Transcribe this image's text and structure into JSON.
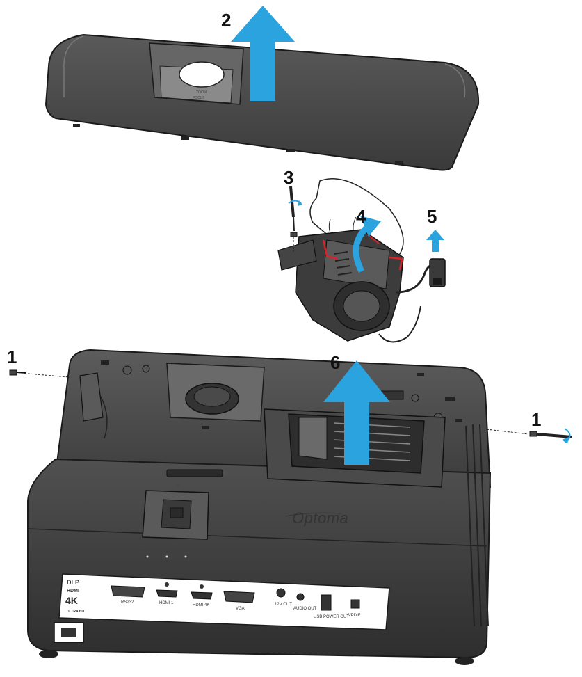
{
  "steps": {
    "s1_left": "1",
    "s1_right": "1",
    "s2": "2",
    "s3": "3",
    "s4": "4",
    "s5": "5",
    "s6": "6"
  },
  "brand": "Optoma",
  "ports": {
    "rs232": "RS232",
    "hdmi1": "HDMI 1",
    "hdmi2": "HDMI 4K",
    "vga": "VGA",
    "out12v": "12V OUT",
    "audio_out": "AUDIO OUT",
    "usb": "USB POWER OUT",
    "spdif": "S/PDIF"
  },
  "logos": {
    "dlp": "DLP",
    "hdmi": "HDMI",
    "k4": "4K",
    "uhd": "ULTRA HD"
  },
  "colors": {
    "arrow": "#2aa3df",
    "body": "#4a4a4a",
    "body_light": "#6e6e6e",
    "outline": "#1a1a1a",
    "red_tab": "#d9232a"
  },
  "icons": {
    "arrow": "up-arrow-icon",
    "screw": "screw-icon",
    "screwdriver": "screwdriver-icon",
    "hand": "hand-icon"
  }
}
